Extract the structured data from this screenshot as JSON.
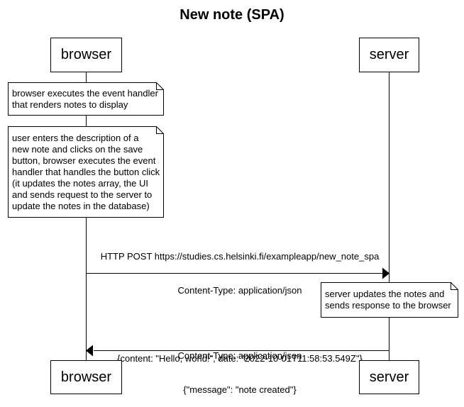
{
  "title": "New note (SPA)",
  "participants": {
    "browser": "browser",
    "server": "server"
  },
  "notes": [
    {
      "lines": [
        "browser executes the event handler",
        "that renders notes to display"
      ]
    },
    {
      "lines": [
        "user enters the description of a",
        "new note and clicks on the save",
        "button, browser executes the event",
        "handler that handles the button click",
        "(it updates the notes array, the UI",
        "and sends request to the server to",
        "update the notes in the database)"
      ]
    },
    {
      "lines": [
        "server updates the notes and",
        "sends response to the browser"
      ]
    }
  ],
  "messages": [
    {
      "from": "browser",
      "to": "server",
      "lines": [
        "HTTP POST https://studies.cs.helsinki.fi/exampleapp/new_note_spa",
        "Content-Type: application/json",
        "",
        "{content: \"Hello, world!\", date: \"2022-10-01T11:58:53.549Z\"}"
      ]
    },
    {
      "from": "server",
      "to": "browser",
      "lines": [
        "Content-Type: application/json",
        "{\"message\": \"note created\"}"
      ]
    }
  ]
}
